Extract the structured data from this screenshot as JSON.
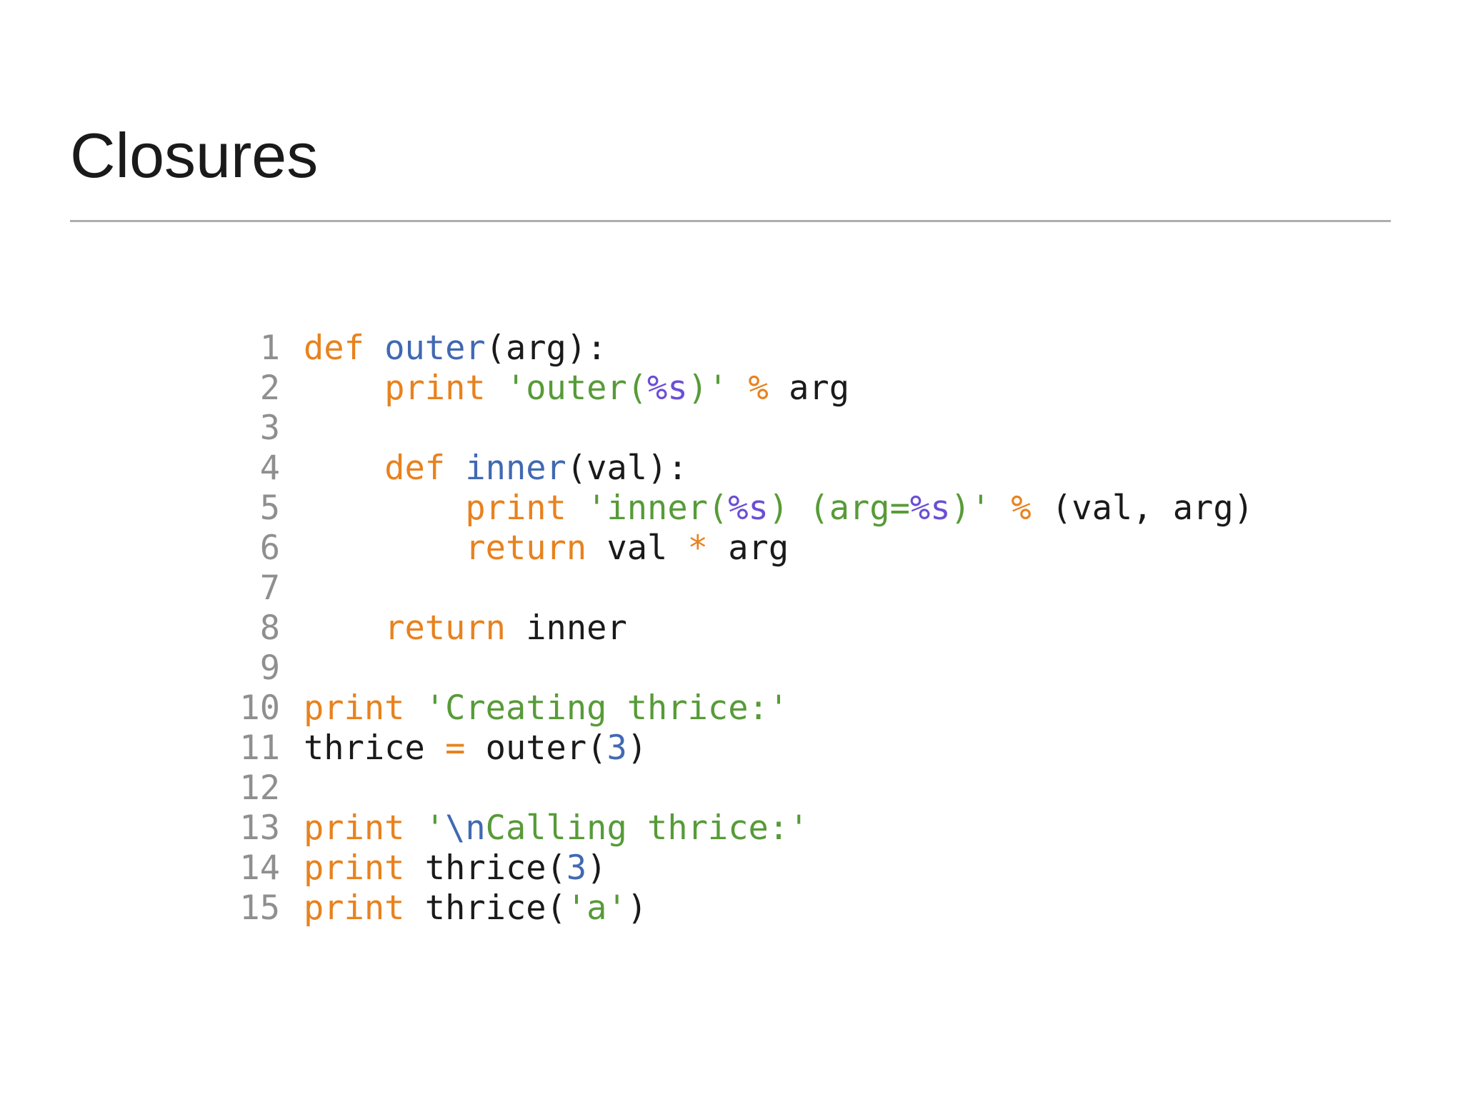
{
  "slide": {
    "title": "Closures"
  },
  "colors": {
    "background": "#ffffff",
    "title": "#1a1a1a",
    "divider": "#adadad",
    "line_number": "#8f8f8f",
    "keyword": "#e8821e",
    "function_name": "#4169b2",
    "string": "#579b38",
    "placeholder": "#6a4ed6",
    "number": "#4169b2",
    "escape": "#4169b2",
    "plain_text": "#1a1a1a"
  },
  "code": {
    "language": "python",
    "lines": [
      {
        "num": "1",
        "tokens": [
          [
            "kw",
            "def"
          ],
          [
            "pl",
            " "
          ],
          [
            "fn",
            "outer"
          ],
          [
            "pl",
            "(arg):"
          ]
        ]
      },
      {
        "num": "2",
        "tokens": [
          [
            "pl",
            "    "
          ],
          [
            "kw",
            "print"
          ],
          [
            "pl",
            " "
          ],
          [
            "str",
            "'outer("
          ],
          [
            "ph",
            "%s"
          ],
          [
            "str",
            ")'"
          ],
          [
            "pl",
            " "
          ],
          [
            "kw",
            "%"
          ],
          [
            "pl",
            " arg"
          ]
        ]
      },
      {
        "num": "3",
        "tokens": []
      },
      {
        "num": "4",
        "tokens": [
          [
            "pl",
            "    "
          ],
          [
            "kw",
            "def"
          ],
          [
            "pl",
            " "
          ],
          [
            "fn",
            "inner"
          ],
          [
            "pl",
            "(val):"
          ]
        ]
      },
      {
        "num": "5",
        "tokens": [
          [
            "pl",
            "        "
          ],
          [
            "kw",
            "print"
          ],
          [
            "pl",
            " "
          ],
          [
            "str",
            "'inner("
          ],
          [
            "ph",
            "%s"
          ],
          [
            "str",
            ") (arg="
          ],
          [
            "ph",
            "%s"
          ],
          [
            "str",
            ")'"
          ],
          [
            "pl",
            " "
          ],
          [
            "kw",
            "%"
          ],
          [
            "pl",
            " (val, arg)"
          ]
        ]
      },
      {
        "num": "6",
        "tokens": [
          [
            "pl",
            "        "
          ],
          [
            "kw",
            "return"
          ],
          [
            "pl",
            " val "
          ],
          [
            "kw",
            "*"
          ],
          [
            "pl",
            " arg"
          ]
        ]
      },
      {
        "num": "7",
        "tokens": []
      },
      {
        "num": "8",
        "tokens": [
          [
            "pl",
            "    "
          ],
          [
            "kw",
            "return"
          ],
          [
            "pl",
            " inner"
          ]
        ]
      },
      {
        "num": "9",
        "tokens": []
      },
      {
        "num": "10",
        "tokens": [
          [
            "kw",
            "print"
          ],
          [
            "pl",
            " "
          ],
          [
            "str",
            "'Creating thrice:'"
          ]
        ]
      },
      {
        "num": "11",
        "tokens": [
          [
            "pl",
            "thrice "
          ],
          [
            "kw",
            "="
          ],
          [
            "pl",
            " outer("
          ],
          [
            "num",
            "3"
          ],
          [
            "pl",
            ")"
          ]
        ]
      },
      {
        "num": "12",
        "tokens": []
      },
      {
        "num": "13",
        "tokens": [
          [
            "kw",
            "print"
          ],
          [
            "pl",
            " "
          ],
          [
            "str",
            "'"
          ],
          [
            "esc",
            "\\n"
          ],
          [
            "str",
            "Calling thrice:'"
          ]
        ]
      },
      {
        "num": "14",
        "tokens": [
          [
            "kw",
            "print"
          ],
          [
            "pl",
            " thrice("
          ],
          [
            "num",
            "3"
          ],
          [
            "pl",
            ")"
          ]
        ]
      },
      {
        "num": "15",
        "tokens": [
          [
            "kw",
            "print"
          ],
          [
            "pl",
            " thrice("
          ],
          [
            "str",
            "'a'"
          ],
          [
            "pl",
            ")"
          ]
        ]
      }
    ]
  }
}
